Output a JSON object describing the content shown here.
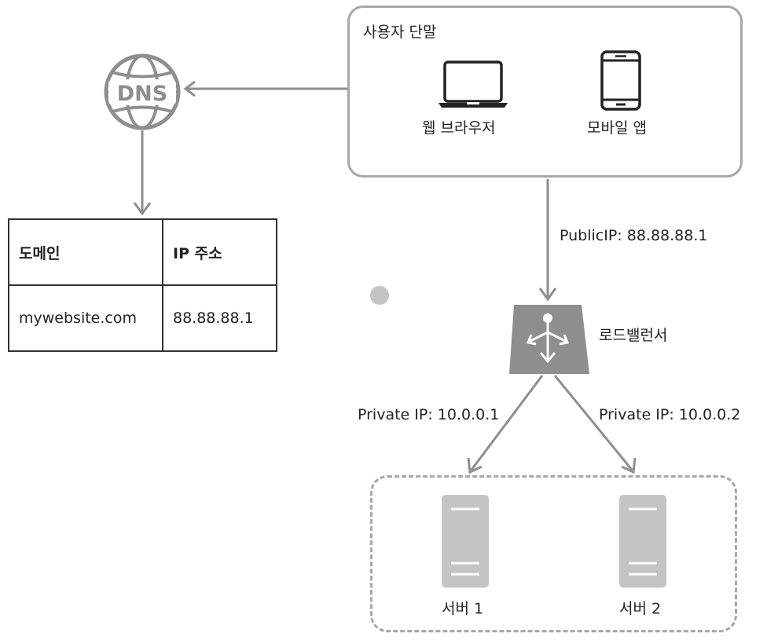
{
  "user_devices": {
    "title": "사용자 단말",
    "web_browser": "웹 브라우저",
    "mobile_app": "모바일 앱"
  },
  "dns": {
    "icon_label": "DNS",
    "table": {
      "headers": [
        "도메인",
        "IP 주소"
      ],
      "rows": [
        [
          "mywebsite.com",
          "88.88.88.1"
        ]
      ]
    }
  },
  "public_ip_label": "PublicIP: 88.88.88.1",
  "load_balancer_label": "로드밸런서",
  "private_ip_1": "Private IP: 10.0.0.1",
  "private_ip_2": "Private IP: 10.0.0.2",
  "servers": {
    "server_1": "서버 1",
    "server_2": "서버 2"
  },
  "colors": {
    "accent_gray": "#a7a7a7",
    "icon_gray": "#8e8e8e",
    "text": "#222222"
  }
}
